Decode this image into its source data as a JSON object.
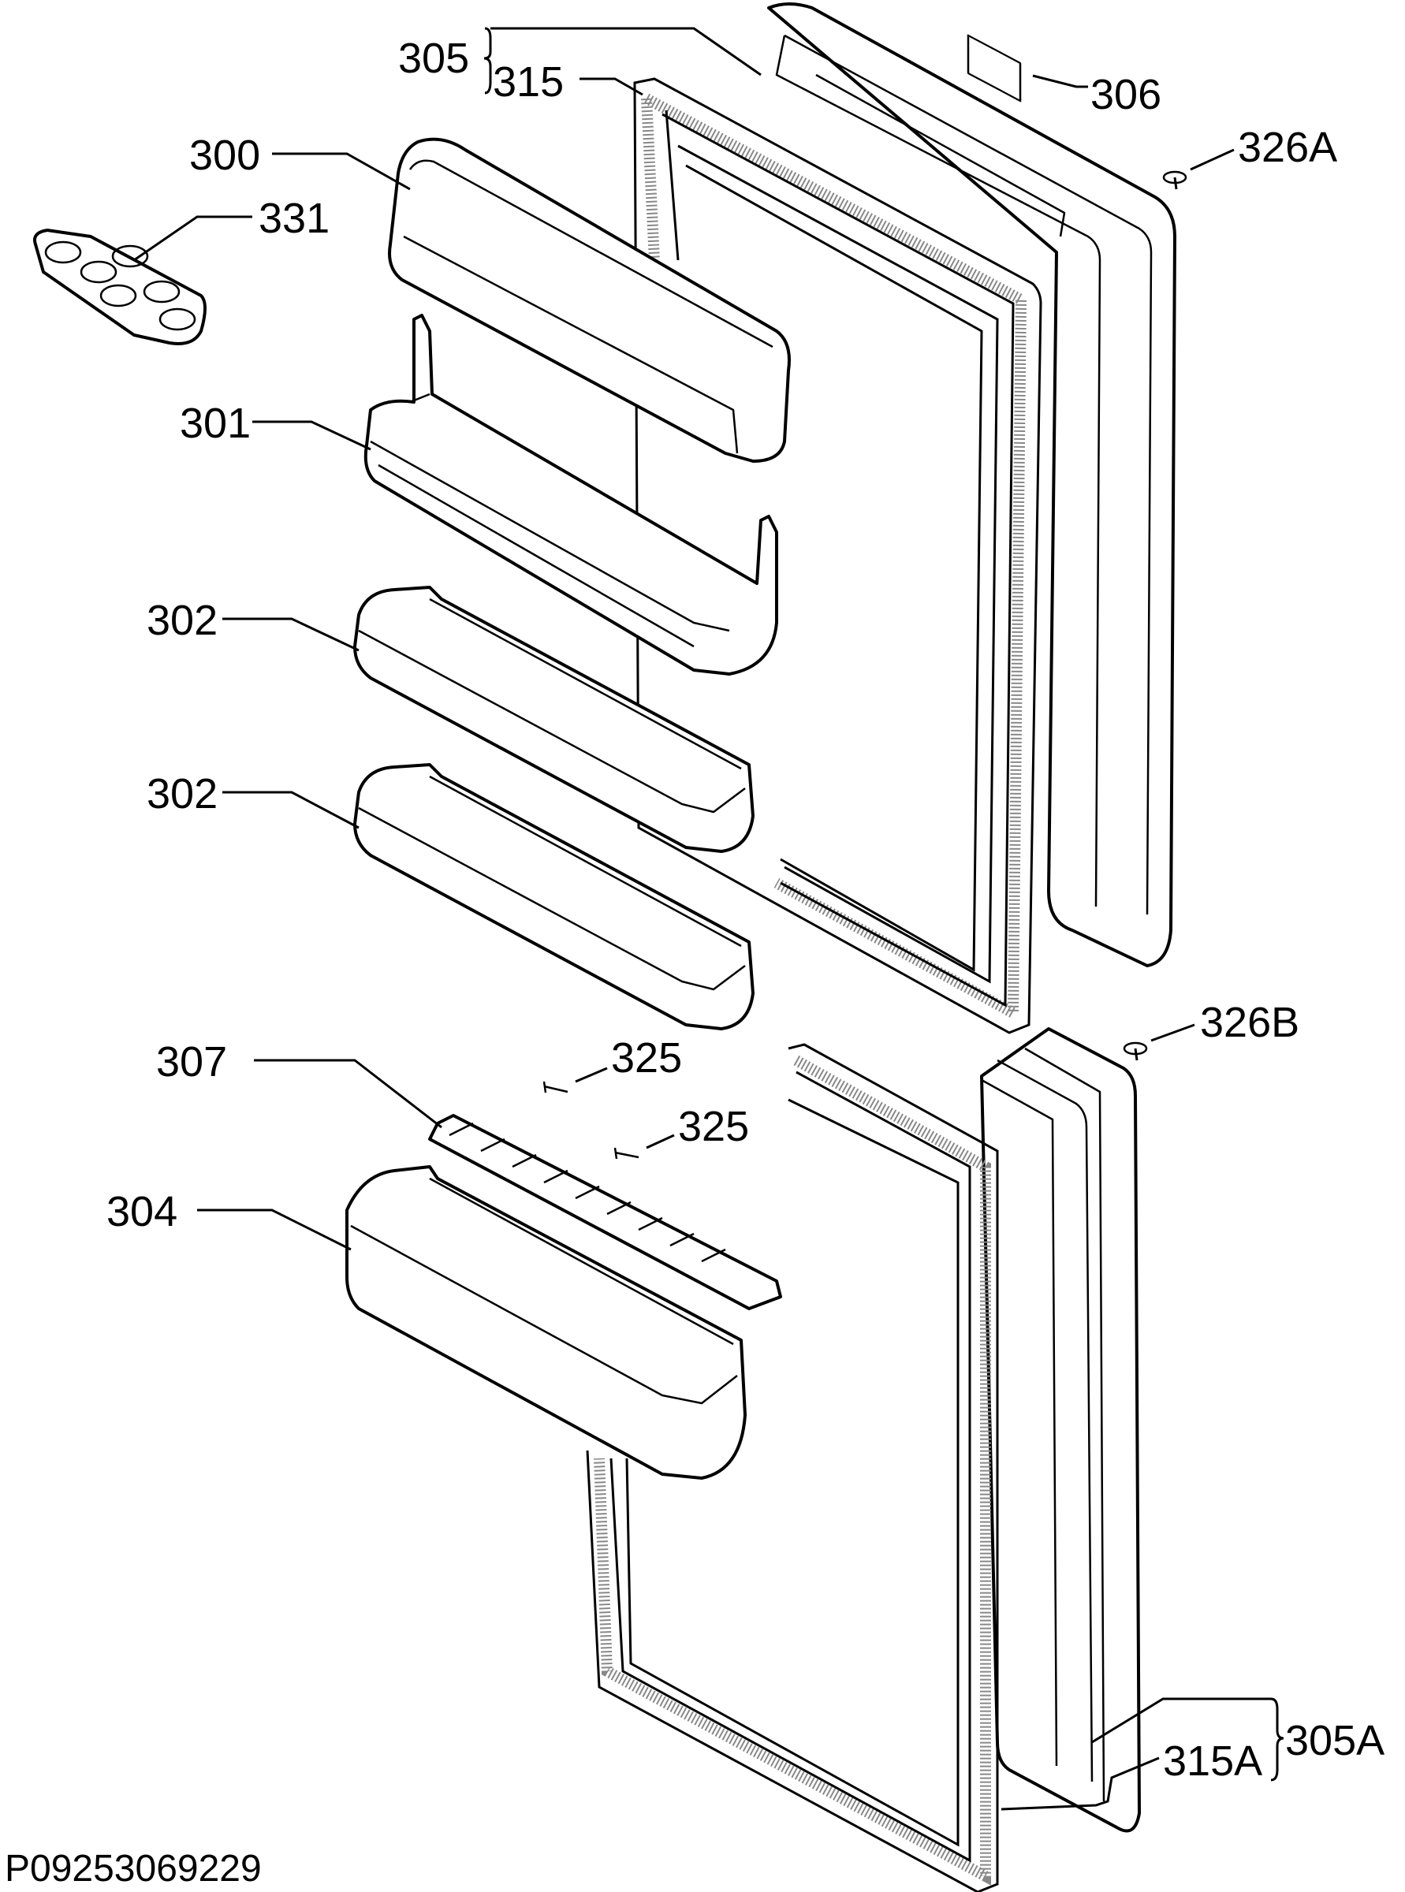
{
  "diagram": {
    "part_number": "P09253069229",
    "labels": {
      "l305": "305",
      "l315": "315",
      "l306": "306",
      "l326A": "326A",
      "l300": "300",
      "l331": "331",
      "l301": "301",
      "l302a": "302",
      "l302b": "302",
      "l325a": "325",
      "l325b": "325",
      "l326B": "326B",
      "l307": "307",
      "l304": "304",
      "l305A": "305A",
      "l315A": "315A"
    }
  }
}
